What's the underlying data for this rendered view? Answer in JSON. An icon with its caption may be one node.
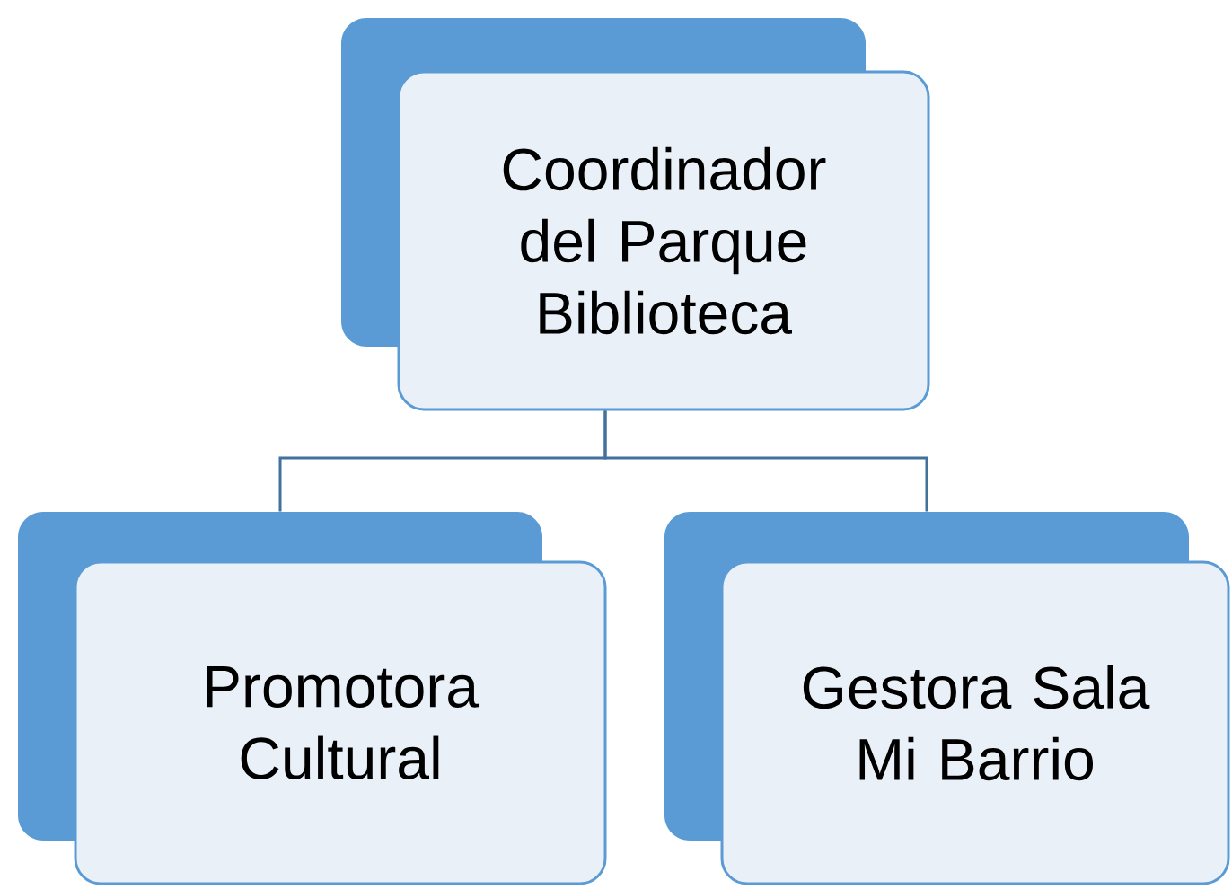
{
  "diagram": {
    "nodes": [
      {
        "text": [
          "Coordinador del Parque Biblioteca"
        ]
      },
      {
        "text": [
          "Promotora Cultural"
        ]
      },
      {
        "text": [
          "Gestora Sala Mi Barrio"
        ]
      }
    ],
    "edges": [
      {
        "from": 0,
        "to": 1,
        "arrow": "none"
      },
      {
        "from": 0,
        "to": 2,
        "arrow": "none"
      }
    ]
  }
}
